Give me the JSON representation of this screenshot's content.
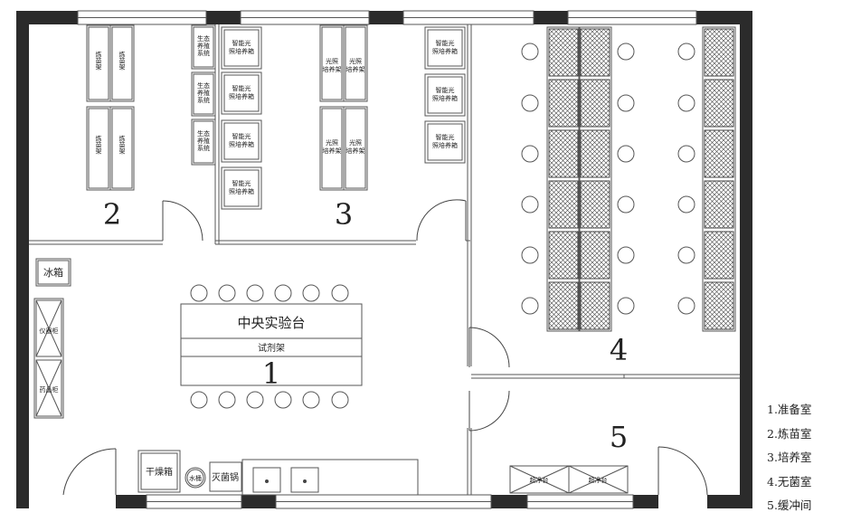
{
  "rooms": {
    "r1": "1",
    "r2": "2",
    "r3": "3",
    "r4": "4",
    "r5": "5"
  },
  "furniture": {
    "seedling_rack": "炼苗架",
    "ecological_system_l1": "生态",
    "ecological_system_l2": "养殖",
    "ecological_system_l3": "系统",
    "smart_incubator_l1": "智能光",
    "smart_incubator_l2": "照培养箱",
    "light_rack_l1": "光照",
    "light_rack_l2": "培养架",
    "fridge": "冰箱",
    "instrument_cabinet": "仪器柜",
    "drug_cabinet": "药品柜",
    "central_bench": "中央实验台",
    "reagent_rack": "试剂架",
    "dryer": "干燥箱",
    "water_bucket": "水桶",
    "sterilizer": "灭菌锅",
    "clean_bench": "超净台"
  },
  "legend": [
    "1.准备室",
    "2.炼苗室",
    "3.培养室",
    "4.无菌室",
    "5.缓冲间"
  ],
  "colors": {
    "wall": "#2b2b2b",
    "line": "#555555",
    "hatch": "#444444"
  }
}
